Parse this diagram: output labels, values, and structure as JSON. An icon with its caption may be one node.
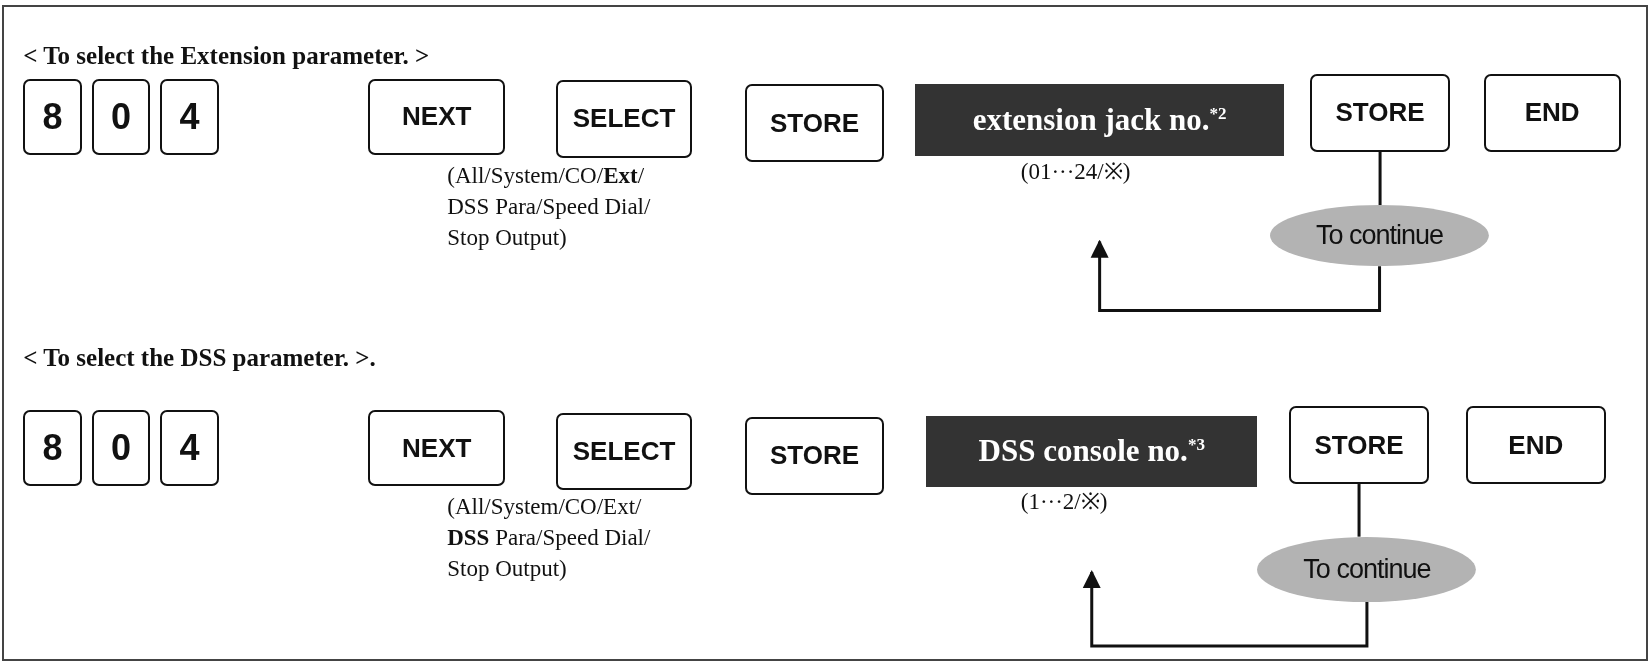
{
  "diagram": {
    "nodes": [
      {
        "text": [
          "8"
        ]
      },
      {
        "text": [
          "0"
        ]
      },
      {
        "text": [
          "4"
        ]
      },
      {
        "text": [
          "NEXT"
        ]
      },
      {
        "text": [
          "SELECT"
        ],
        "beside": [
          "(All/System/CO/**Ext**/ DSS Para/Speed Dial/ Stop Output)"
        ]
      },
      {
        "text": [
          "STORE"
        ]
      },
      {
        "text": [
          "extension jack no.$^{*2}$"
        ],
        "beside": [
          "(01···24/※)"
        ]
      },
      {
        "text": [
          "STORE"
        ]
      },
      {
        "text": [
          "To continue"
        ]
      },
      {
        "text": [
          "END"
        ]
      },
      {
        "text": [
          "8"
        ]
      },
      {
        "text": [
          "0"
        ]
      },
      {
        "text": [
          "4"
        ]
      },
      {
        "text": [
          "NEXT"
        ]
      },
      {
        "text": [
          "SELECT"
        ],
        "beside": [
          "(All/System/CO/Ext/ **DSS** Para/Speed Dial/ Stop Output)"
        ]
      },
      {
        "text": [
          "STORE"
        ]
      },
      {
        "text": [
          "DSS console no.$^{*3}$"
        ],
        "beside": [
          "(1···2/※)"
        ]
      },
      {
        "text": [
          "STORE"
        ]
      },
      {
        "text": [
          "To continue"
        ]
      },
      {
        "text": [
          "END"
        ]
      }
    ],
    "edges": [
      {
        "from": 7,
        "to": 8,
        "arrow": "none"
      },
      {
        "from": 8,
        "to": 6,
        "arrow": "to"
      },
      {
        "from": 17,
        "to": 18,
        "arrow": "none"
      },
      {
        "from": 18,
        "to": 16,
        "arrow": "to"
      }
    ],
    "labels": [
      "< To select the Extension parameter. >",
      "< To select the DSS parameter. >."
    ]
  }
}
